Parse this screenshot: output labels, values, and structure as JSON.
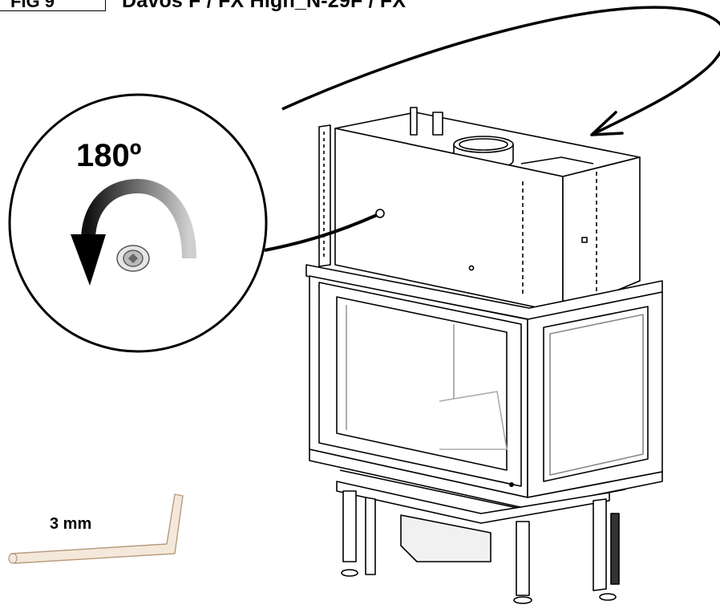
{
  "figure": {
    "label": "FIG 9",
    "title": "Davos F / FX High_N-29F / FX"
  },
  "callout": {
    "rotation": "180º"
  },
  "tool": {
    "size": "3 mm"
  },
  "colors": {
    "line": "#000000",
    "panel": "#ffffff",
    "wrench": "#f3e6d8",
    "shade": "#e8e8e8"
  }
}
